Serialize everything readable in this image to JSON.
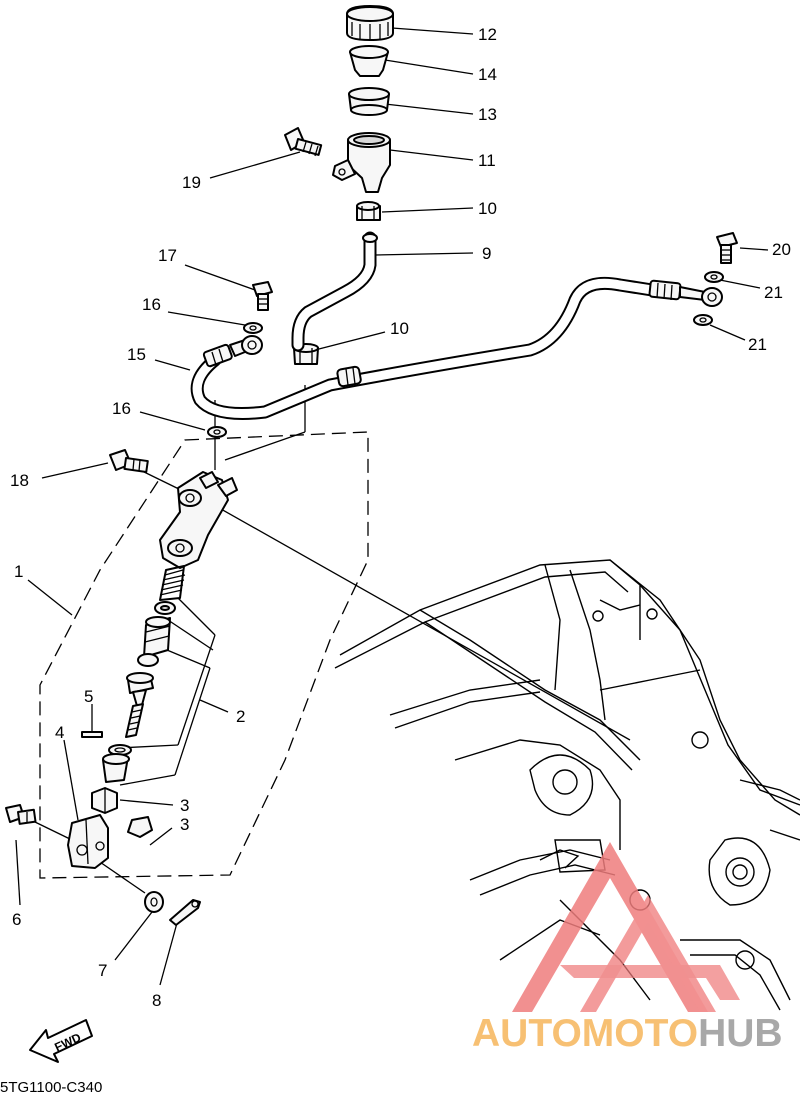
{
  "diagram": {
    "callouts": {
      "c1": "1",
      "c2": "2",
      "c3a": "3",
      "c3b": "3",
      "c4": "4",
      "c5": "5",
      "c6": "6",
      "c7": "7",
      "c8": "8",
      "c9": "9",
      "c10a": "10",
      "c10b": "10",
      "c11": "11",
      "c12": "12",
      "c13": "13",
      "c14": "14",
      "c15": "15",
      "c16a": "16",
      "c16b": "16",
      "c17": "17",
      "c18": "18",
      "c19": "19",
      "c20": "20",
      "c21a": "21",
      "c21b": "21"
    },
    "fwd_label": "FWD",
    "diagram_code": "5TG1100-C340"
  },
  "watermark": {
    "word_part1": "AUTOMOTO",
    "word_part2": "HUB",
    "color_primary": "#ef7d7d",
    "color_accent": "#f6b65b",
    "color_gray": "#9a9a9a"
  }
}
